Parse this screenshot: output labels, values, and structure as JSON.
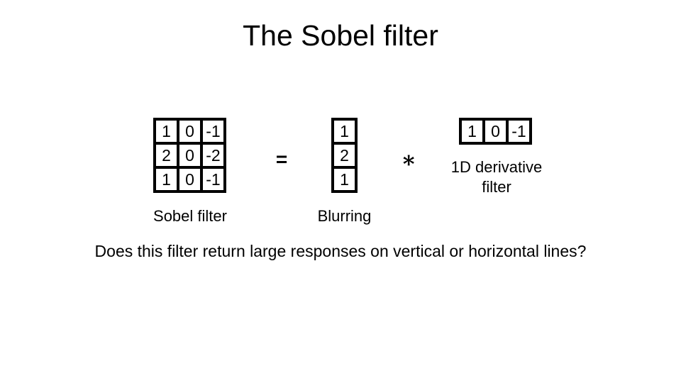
{
  "title": "The Sobel filter",
  "equation": {
    "sobel": {
      "cells": [
        [
          "1",
          "0",
          "-1"
        ],
        [
          "2",
          "0",
          "-2"
        ],
        [
          "1",
          "0",
          "-1"
        ]
      ],
      "label": "Sobel filter"
    },
    "equals_sign": "=",
    "blur": {
      "cells": [
        "1",
        "2",
        "1"
      ],
      "label": "Blurring"
    },
    "convolution_sign": "∗",
    "derivative": {
      "cells": [
        "1",
        "0",
        "-1"
      ],
      "label": "1D derivative filter"
    }
  },
  "question": "Does this filter return large responses on vertical or horizontal lines?",
  "colors": {
    "background": "#ffffff",
    "text": "#000000",
    "matrix_border": "#000000"
  }
}
